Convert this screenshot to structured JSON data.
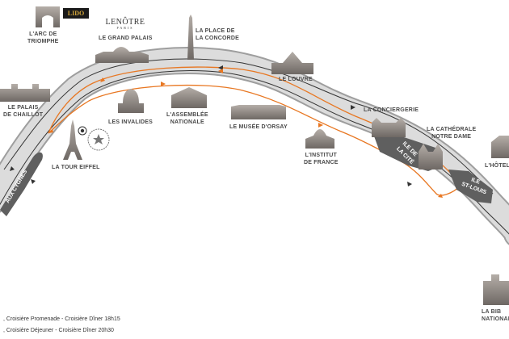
{
  "labels": {
    "arc": [
      "L'ARC DE",
      "TRIOMPHE"
    ],
    "grand_palais": [
      "LE GRAND PALAIS"
    ],
    "concorde": [
      "LA PLACE DE",
      "LA CONCORDE"
    ],
    "louvre": [
      "LE LOUVRE"
    ],
    "palais_chaillot": [
      "LE PALAIS",
      "DE CHAILLOT"
    ],
    "invalides": [
      "LES INVALIDES"
    ],
    "assemblee": [
      "L'ASSEMBLÉE",
      "NATIONALE"
    ],
    "orsay": [
      "LE MUSÉE D'ORSAY"
    ],
    "conciergerie": [
      "LA CONCIERGERIE"
    ],
    "cathedrale": [
      "LA CATHÉDRALE",
      "NOTRE DAME"
    ],
    "hotel": [
      "L'HÔTEL"
    ],
    "institut": [
      "L'INSTITUT",
      "DE FRANCE"
    ],
    "tour_eiffel": [
      "LA TOUR EIFFEL"
    ],
    "bibliotheque": [
      "LA BIB",
      "NATIONAL"
    ]
  },
  "islands": {
    "cygnes": "AUX CYGNES",
    "cite": [
      "ILE DE",
      "LA CITÉ"
    ],
    "st_louis": [
      "ILE",
      "ST-LOUIS"
    ]
  },
  "logos": {
    "lido": "LIDO",
    "lenotre": "LENÔTRE",
    "lenotre_sub": "PARIS"
  },
  "legend": [
    {
      "text": ", Croisière Promenade - Croisière Dîner 18h15",
      "color": "#333333"
    },
    {
      "text": ", Croisière Déjeuner - Croisière Dîner 20h30",
      "color": "#e87722"
    }
  ],
  "colors": {
    "river": "#d9d9d9",
    "route_dark": "#333333",
    "route_orange": "#e87722",
    "monument": "#8a8480",
    "island": "#5f5f5f"
  }
}
